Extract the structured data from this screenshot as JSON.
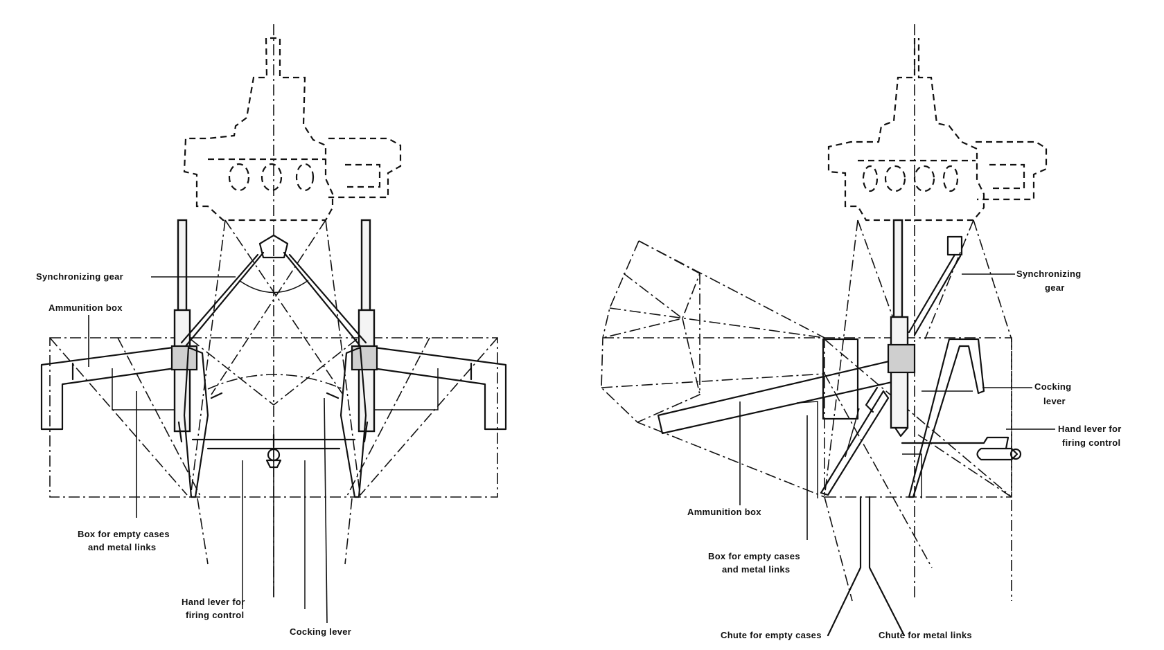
{
  "left_view": {
    "synchronizing_gear": "Synchronizing gear",
    "ammunition_box": "Ammunition box",
    "box_empty_cases_line1": "Box for empty cases",
    "box_empty_cases_line2": "and metal links",
    "hand_lever_line1": "Hand lever for",
    "hand_lever_line2": "firing control",
    "cocking_lever": "Cocking lever"
  },
  "right_view": {
    "synchronizing_gear_line1": "Synchronizing",
    "synchronizing_gear_line2": "gear",
    "cocking_lever_line1": "Cocking",
    "cocking_lever_line2": "lever",
    "hand_lever_line1": "Hand lever for",
    "hand_lever_line2": "firing control",
    "ammunition_box": "Ammunition box",
    "box_empty_cases_line1": "Box for empty cases",
    "box_empty_cases_line2": "and metal links",
    "chute_empty_cases": "Chute for empty cases",
    "chute_metal_links": "Chute for metal links"
  }
}
